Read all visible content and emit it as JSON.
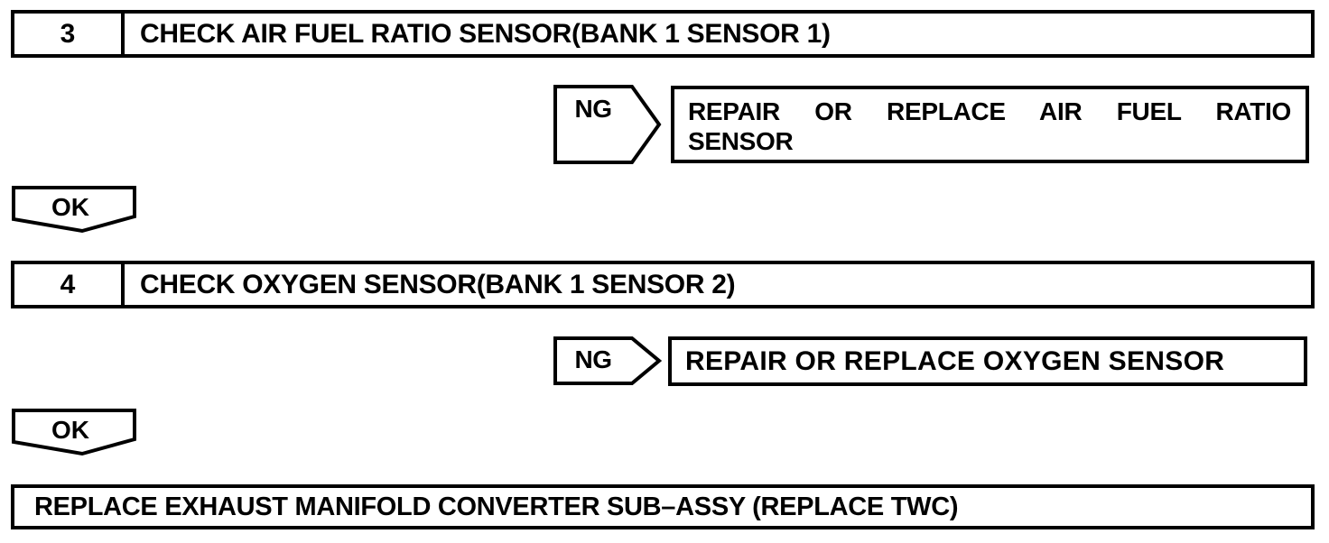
{
  "colors": {
    "ink": "#000000",
    "paper": "#ffffff"
  },
  "steps": [
    {
      "number": "3",
      "title": "CHECK AIR FUEL RATIO SENSOR(BANK 1 SENSOR 1)",
      "ng_label": "NG",
      "ng_result_line1": "REPAIR OR REPLACE AIR FUEL RATIO",
      "ng_result_line2": "SENSOR",
      "ok_label": "OK"
    },
    {
      "number": "4",
      "title": "CHECK OXYGEN SENSOR(BANK 1 SENSOR 2)",
      "ng_label": "NG",
      "ng_result": "REPAIR OR REPLACE OXYGEN SENSOR",
      "ok_label": "OK"
    }
  ],
  "final_action": "REPLACE EXHAUST MANIFOLD CONVERTER SUB–ASSY (REPLACE TWC)"
}
